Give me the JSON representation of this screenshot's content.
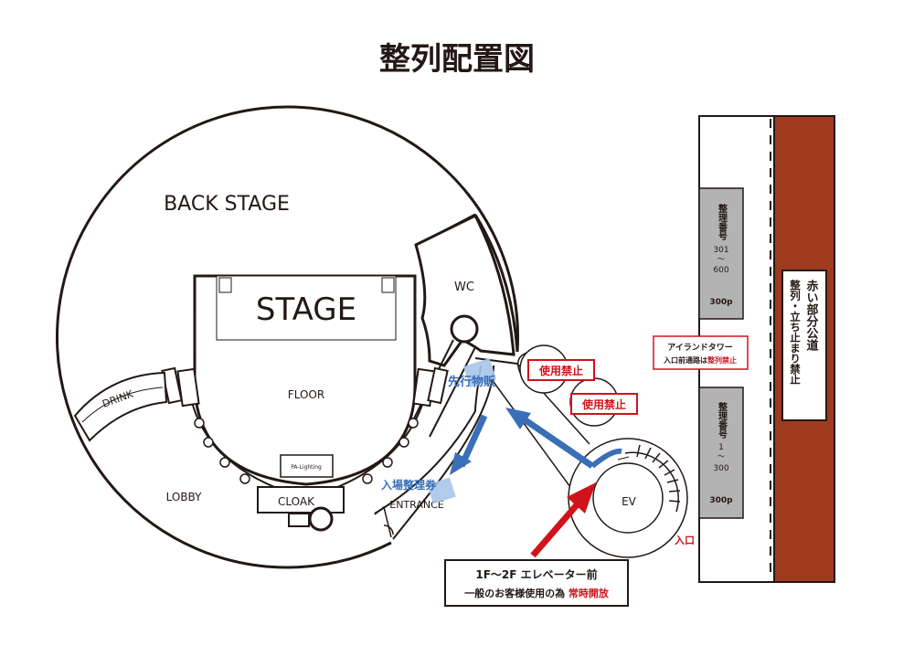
{
  "title": "整列配置図",
  "areas": {
    "back_stage": "BACK STAGE",
    "stage": "STAGE",
    "floor": "FLOOR",
    "pa_lighting": "PA-Lighting",
    "lobby": "LOBBY",
    "drink": "DRINK",
    "cloak": "CLOAK",
    "entrance": "ENTRANCE",
    "wc": "WC",
    "ev": "EV"
  },
  "blue_labels": {
    "merch": "先行物販",
    "ticket": "入場整理券"
  },
  "prohibited": {
    "label1": "使用禁止",
    "label2": "使用禁止"
  },
  "tower_notice": {
    "line1": "アイランドタワー",
    "line2_prefix": "入口前通路は",
    "line2_highlight": "整列禁止"
  },
  "entrance_mark": "入口",
  "queue_blocks": {
    "upper": {
      "title": "整理番号",
      "range_start": "301",
      "tilde": "〜",
      "range_end": "600",
      "price": "300p"
    },
    "lower": {
      "title": "整理番号",
      "range_start": "1",
      "tilde": "〜",
      "range_end": "300",
      "price": "300p"
    }
  },
  "red_road_notice": {
    "line1": "赤い部分公道",
    "line2": "整列・立ち止まり禁止"
  },
  "elevator_note": {
    "line1": "1F〜2F エレベーター前",
    "line2_prefix": "一般のお客様使用の為 ",
    "line2_highlight": "常時開放"
  },
  "colors": {
    "road": "#9e3a1e",
    "queue_block": "#b3b3b3",
    "blue_arrow": "#3a6fb8",
    "red_arrow": "#d0121b",
    "line": "#231815"
  }
}
